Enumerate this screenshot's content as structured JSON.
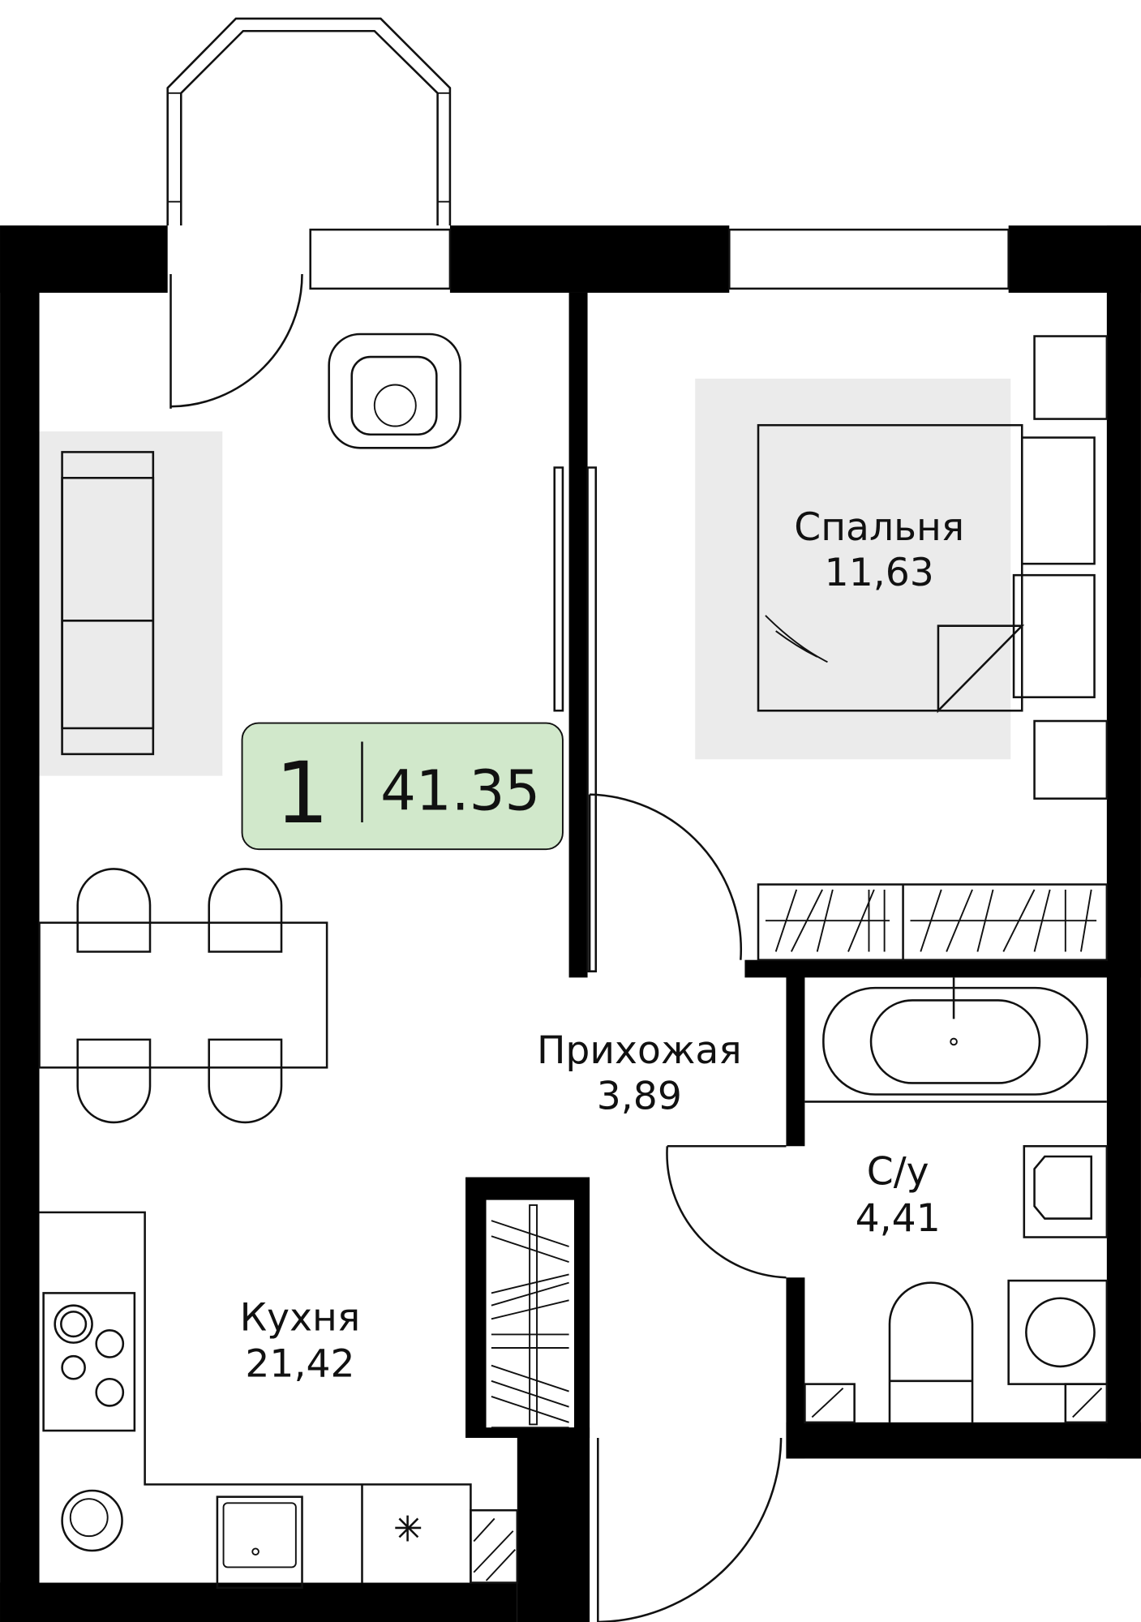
{
  "plan": {
    "rooms_count": "1",
    "total_area": "41.35",
    "badge_color": "#d1e8cb",
    "rug_color": "#ebebeb"
  },
  "rooms": {
    "bedroom": {
      "name": "Спальня",
      "area": "11,63"
    },
    "hallway": {
      "name": "Прихожая",
      "area": "3,89"
    },
    "bathroom": {
      "name": "С/у",
      "area": "4,41"
    },
    "kitchen": {
      "name": "Кухня",
      "area": "21,42"
    }
  }
}
